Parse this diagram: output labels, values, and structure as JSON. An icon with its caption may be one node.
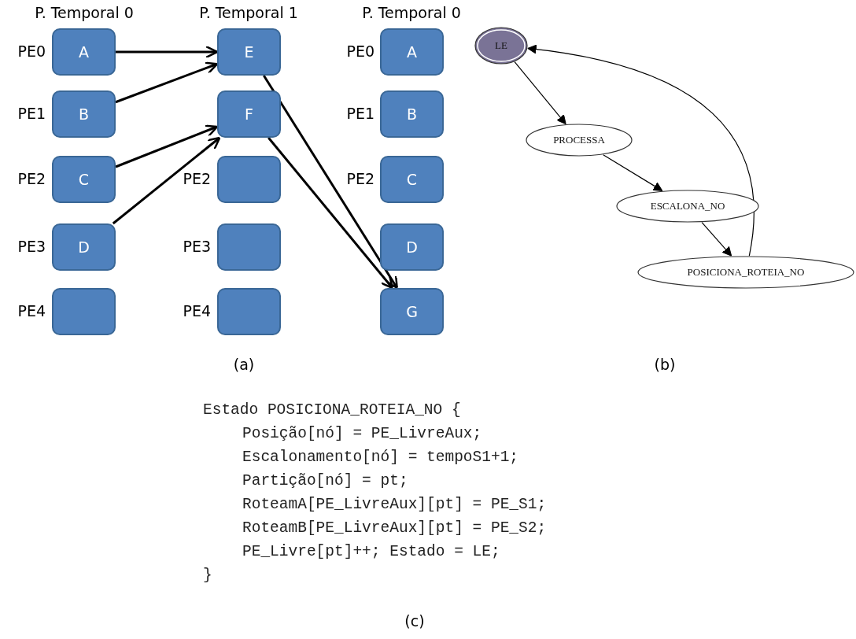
{
  "diagram": {
    "nodes": [
      {
        "text": [
          "A"
        ]
      },
      {
        "text": [
          "B"
        ]
      },
      {
        "text": [
          "C"
        ]
      },
      {
        "text": [
          "D"
        ]
      },
      {
        "text": [],
        "shape": "box"
      },
      {
        "text": [
          "E"
        ]
      },
      {
        "text": [
          "F"
        ]
      },
      {
        "text": [],
        "shape": "box"
      },
      {
        "text": [],
        "shape": "box"
      },
      {
        "text": [],
        "shape": "box"
      },
      {
        "text": [
          "A"
        ]
      },
      {
        "text": [
          "B"
        ]
      },
      {
        "text": [
          "C"
        ]
      },
      {
        "text": [
          "D"
        ]
      },
      {
        "text": [
          "G"
        ]
      },
      {
        "text": [
          "LE"
        ]
      },
      {
        "text": [
          "PROCESSA"
        ]
      },
      {
        "text": [
          "ESCALONA_NO"
        ]
      },
      {
        "text": [
          "POSICIONA_ROTEIA_NO"
        ]
      }
    ],
    "edges": [
      {
        "from": 0,
        "to": 5,
        "arrow": "to"
      },
      {
        "from": 1,
        "to": 5,
        "arrow": "to"
      },
      {
        "from": 2,
        "to": 6,
        "arrow": "to"
      },
      {
        "from": 3,
        "to": 6,
        "arrow": "to"
      },
      {
        "from": 5,
        "to": 14,
        "arrow": "to"
      },
      {
        "from": 6,
        "to": 14,
        "arrow": "to"
      },
      {
        "from": 15,
        "to": 16,
        "arrow": "to"
      },
      {
        "from": 16,
        "to": 17,
        "arrow": "to"
      },
      {
        "from": 17,
        "to": 18,
        "arrow": "to"
      },
      {
        "from": 18,
        "to": 15,
        "arrow": "to"
      }
    ],
    "labels": [
      "P. Temporal 0",
      "P. Temporal 1",
      "P. Temporal 0",
      "PE0",
      "PE0",
      "PE1",
      "PE1",
      "PE2",
      "PE2",
      "PE2",
      "PE3",
      "PE3",
      "PE4",
      "PE4",
      "(a)",
      "(b)",
      "Estado POSICIONA_ROTEIA_NO {",
      "Posição[nó] = PE_LivreAux;",
      "Escalonamento[nó] = tempoS1+1;",
      "Partição[nó] = pt;",
      "RoteamA[PE_LivreAux][pt] = PE_S1;",
      "RoteamB[PE_LivreAux][pt] = PE_S2;",
      "PE_Livre[pt]++; Estado = LE;",
      "}",
      "(c)"
    ]
  }
}
